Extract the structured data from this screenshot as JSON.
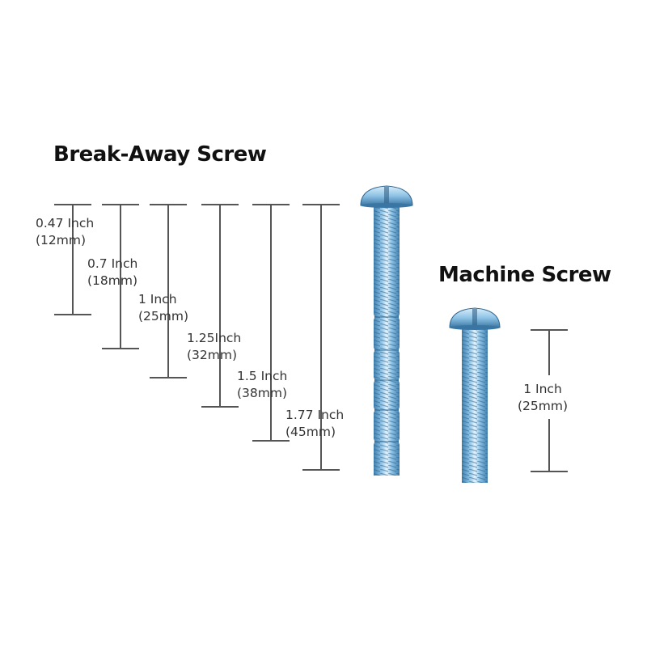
{
  "titles": {
    "break_away": "Break-Away Screw",
    "machine": "Machine Screw"
  },
  "break_away_sizes": [
    {
      "inch": "0.47 Inch",
      "mm": "(12mm)"
    },
    {
      "inch": "0.7 Inch",
      "mm": "(18mm)"
    },
    {
      "inch": "1 Inch",
      "mm": "(25mm)"
    },
    {
      "inch": "1.25Inch",
      "mm": "(32mm)"
    },
    {
      "inch": "1.5 Inch",
      "mm": "(38mm)"
    },
    {
      "inch": "1.77 Inch",
      "mm": "(45mm)"
    }
  ],
  "machine_size": {
    "inch": "1 Inch",
    "mm": "(25mm)"
  },
  "colors": {
    "dimension_line": "#555555",
    "screw_steel": "#8ec3e6",
    "screw_shadow": "#3f7fae",
    "screw_highlight": "#e4f3fc"
  }
}
